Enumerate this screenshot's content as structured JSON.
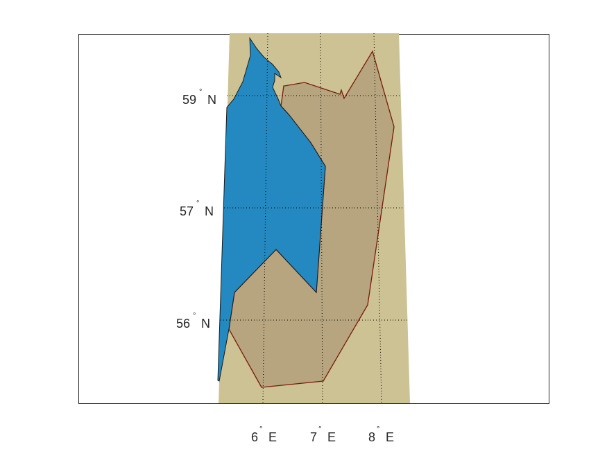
{
  "map": {
    "type": "map",
    "projection": "conic",
    "grid": true,
    "colors": {
      "background_land": "#cdc293",
      "region_fill": "#b6a57f",
      "region_edge": "#7a1a0a",
      "water_fill": "#2389c0",
      "water_edge": "#1a1a1a",
      "grid_line": "#000000",
      "frame": "#262626"
    },
    "lat_labels": [
      {
        "value": "59",
        "hemisphere": "N"
      },
      {
        "value": "57",
        "hemisphere": "N"
      },
      {
        "value": "56",
        "hemisphere": "N"
      }
    ],
    "lon_labels": [
      {
        "value": "6",
        "hemisphere": "E"
      },
      {
        "value": "7",
        "hemisphere": "E"
      },
      {
        "value": "8",
        "hemisphere": "E"
      }
    ],
    "degree_symbol": "°"
  }
}
